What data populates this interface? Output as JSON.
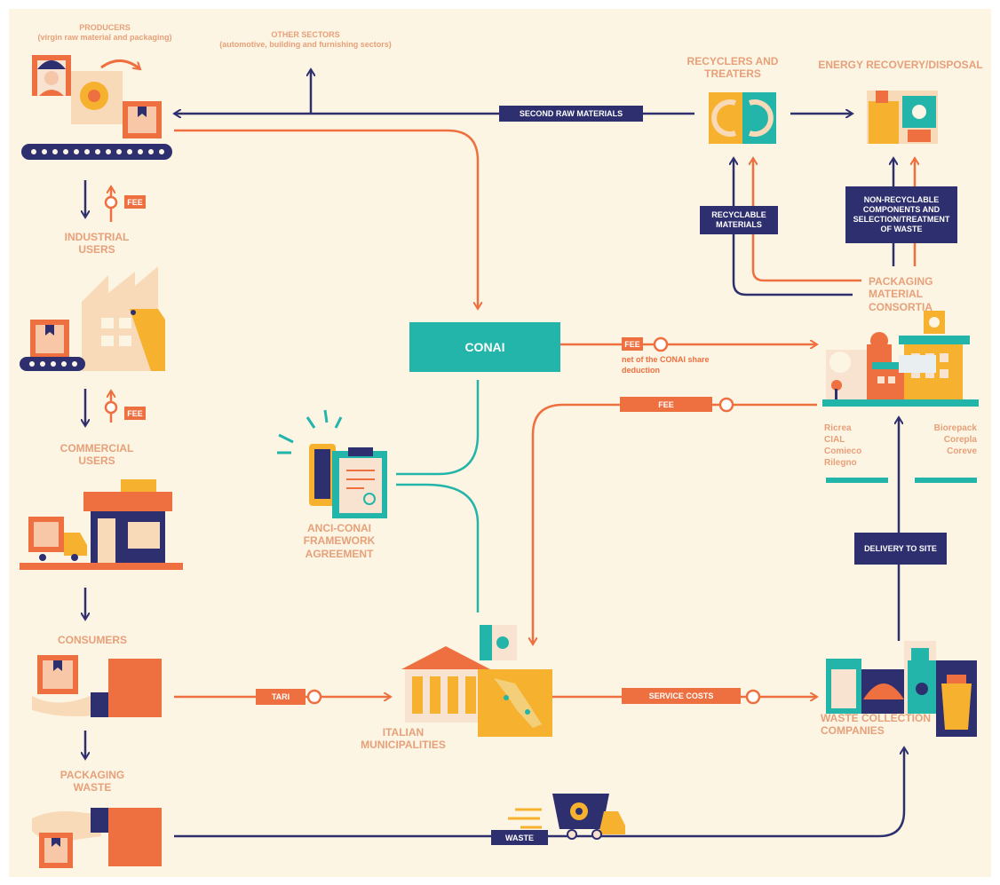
{
  "colors": {
    "navy": "#2e2f6e",
    "orange": "#ee6f3f",
    "teal": "#23b5a9",
    "peach": "#e6a07a",
    "bg": "#fdf5e3"
  },
  "labels": {
    "producers": "PRODUCERS",
    "producers_sub": "(virgin raw material and packaging)",
    "other_sectors": "OTHER SECTORS",
    "other_sectors_sub": "(automotive, building and furnishing sectors)",
    "recyclers": "RECYCLERS AND TREATERS",
    "energy": "ENERGY RECOVERY/DISPOSAL",
    "industrial_users": "INDUSTRIAL USERS",
    "commercial_users": "COMMERCIAL USERS",
    "consumers": "CONSUMERS",
    "packaging_waste": "PACKAGING WASTE",
    "conai": "CONAI",
    "anci": "ANCI-CONAI FRAMEWORK AGREEMENT",
    "municipalities": "ITALIAN MUNICIPALITIES",
    "packaging_consortia": "PACKAGING MATERIAL CONSORTIA",
    "waste_collection": "WASTE COLLECTION COMPANIES"
  },
  "tags": {
    "second_raw": "SECOND RAW MATERIALS",
    "recyclable": "RECYCLABLE MATERIALS",
    "non_recyclable": "NON-RECYCLABLE COMPONENTS AND SELECTION/TREATMENT OF WASTE",
    "fee1": "FEE",
    "fee2": "FEE",
    "fee_conai": "FEE",
    "fee_consortia": "FEE",
    "fee_note": "net of the CONAI share deduction",
    "delivery": "DELIVERY TO SITE",
    "tari": "TARI",
    "service_costs": "SERVICE COSTS",
    "waste": "WASTE"
  },
  "consortia": {
    "left": "Ricrea\nCIAL\nComieco\nRilegno",
    "right": "Biorepack\nCorepla\nCoreve"
  }
}
